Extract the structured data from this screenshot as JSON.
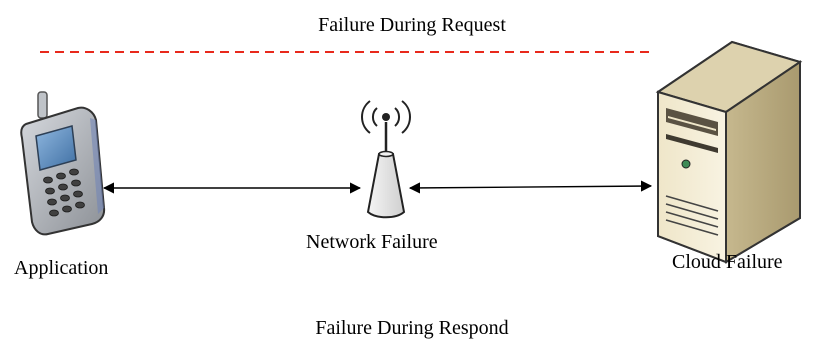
{
  "labels": {
    "request": "Failure During Request",
    "response": "Failure During Respond",
    "application": "Application",
    "network": "Network Failure",
    "cloud": "Cloud Failure"
  },
  "icons": {
    "application": "mobile-phone-icon",
    "network": "wireless-antenna-icon",
    "cloud": "server-tower-icon"
  },
  "colors": {
    "request_line": "#e8291c",
    "connector": "#000000"
  }
}
